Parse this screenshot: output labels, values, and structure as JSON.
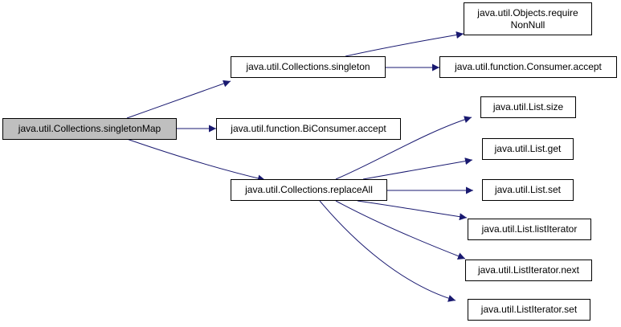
{
  "colors": {
    "edge": "#191970",
    "root_fill": "#bfbfbf",
    "node_fill": "#ffffff",
    "border": "#000000"
  },
  "nodes": {
    "singletonMap": {
      "label": "java.util.Collections.singletonMap"
    },
    "singleton": {
      "label": "java.util.Collections.singleton"
    },
    "biconsumer_accept": {
      "label": "java.util.function.BiConsumer.accept"
    },
    "replaceAll": {
      "label": "java.util.Collections.replaceAll"
    },
    "objects_requireNonNull": {
      "line1": "java.util.Objects.require",
      "line2": "NonNull"
    },
    "consumer_accept": {
      "label": "java.util.function.Consumer.accept"
    },
    "list_size": {
      "label": "java.util.List.size"
    },
    "list_get": {
      "label": "java.util.List.get"
    },
    "list_set": {
      "label": "java.util.List.set"
    },
    "list_listIterator": {
      "label": "java.util.List.listIterator"
    },
    "listiterator_next": {
      "label": "java.util.ListIterator.next"
    },
    "listiterator_set": {
      "label": "java.util.ListIterator.set"
    }
  },
  "edges": [
    {
      "from": "singletonMap",
      "to": "singleton"
    },
    {
      "from": "singletonMap",
      "to": "biconsumer_accept"
    },
    {
      "from": "singletonMap",
      "to": "replaceAll"
    },
    {
      "from": "singleton",
      "to": "objects_requireNonNull"
    },
    {
      "from": "singleton",
      "to": "consumer_accept"
    },
    {
      "from": "replaceAll",
      "to": "list_size"
    },
    {
      "from": "replaceAll",
      "to": "list_get"
    },
    {
      "from": "replaceAll",
      "to": "list_set"
    },
    {
      "from": "replaceAll",
      "to": "list_listIterator"
    },
    {
      "from": "replaceAll",
      "to": "listiterator_next"
    },
    {
      "from": "replaceAll",
      "to": "listiterator_set"
    }
  ]
}
